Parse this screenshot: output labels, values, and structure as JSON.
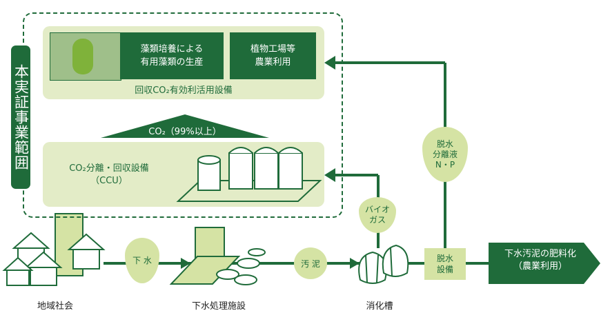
{
  "scope_label": "本実証事業範囲",
  "algae_box": "藻類培養による\n有用藻類の生産",
  "plant_box": "植物工場等\n農業利用",
  "co2_utilization_caption": "回収CO₂有効利活用設備",
  "co2_purity": "CO₂（99%以上）",
  "ccu_label": "CO₂分離・回収設備\n（CCU）",
  "biogas_drop": "バイオ\nガス",
  "dewatered_liquid_drop": "脱水\n分離液\nN・P",
  "sewage_drop": "下 水",
  "sludge_circle": "汚 泥",
  "dewatering_box": "脱水\n設備",
  "fertilizer_arrow": "下水汚泥の肥料化\n（農業利用）",
  "community_label": "地域社会",
  "treatment_label": "下水処理施設",
  "digester_label": "消化槽"
}
